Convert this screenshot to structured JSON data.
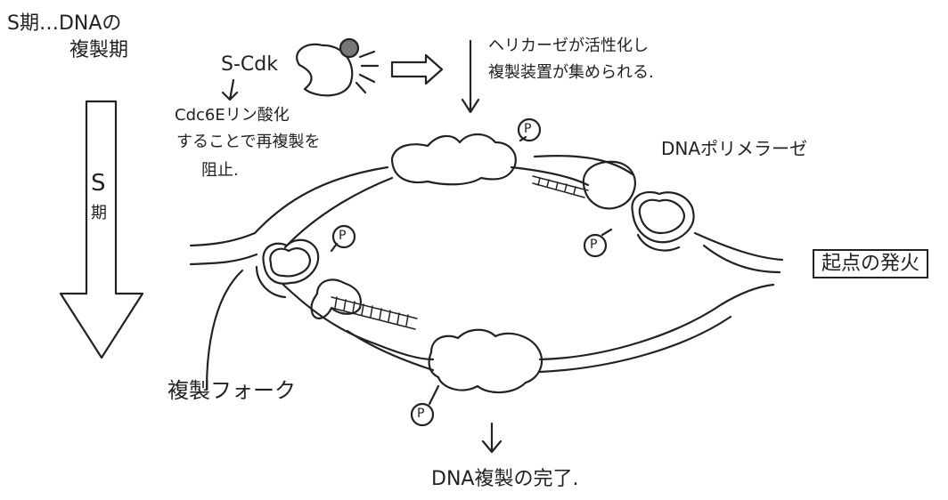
{
  "labels": {
    "s_phase_title_line1": "S期…DNAの",
    "s_phase_title_line2": "複製期",
    "s_cdk": "S-Cdk",
    "helicase_line1": "ヘリカーゼが活性化し",
    "helicase_line2": "複製装置が集められる.",
    "cdc6_line1": "Cdc6Eリン酸化",
    "cdc6_line2": "することで再複製を",
    "cdc6_line3": "阻止.",
    "s_arrow_s": "S",
    "s_arrow_ki": "期",
    "dna_polymerase": "DNAポリメラーゼ",
    "origin_firing": "起点の発火",
    "replication_fork": "複製フォーク",
    "completion": "DNA複製の完了.",
    "phosphate": "P"
  }
}
